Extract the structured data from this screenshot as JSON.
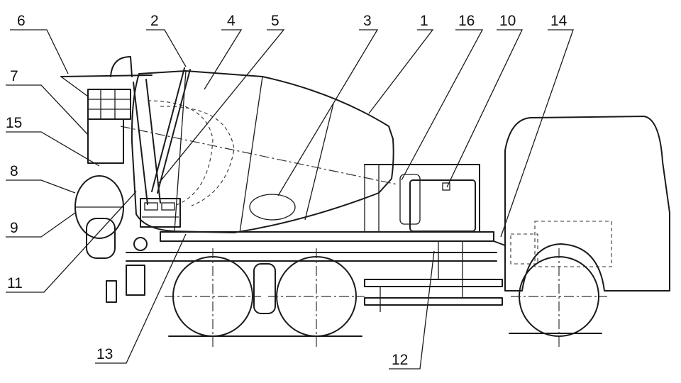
{
  "callouts": [
    {
      "id": "6",
      "text": "6"
    },
    {
      "id": "7",
      "text": "7"
    },
    {
      "id": "15",
      "text": "15"
    },
    {
      "id": "8",
      "text": "8"
    },
    {
      "id": "9",
      "text": "9"
    },
    {
      "id": "11",
      "text": "11"
    },
    {
      "id": "2",
      "text": "2"
    },
    {
      "id": "4",
      "text": "4"
    },
    {
      "id": "5",
      "text": "5"
    },
    {
      "id": "3",
      "text": "3"
    },
    {
      "id": "1",
      "text": "1"
    },
    {
      "id": "16",
      "text": "16"
    },
    {
      "id": "10",
      "text": "10"
    },
    {
      "id": "14",
      "text": "14"
    },
    {
      "id": "13",
      "text": "13"
    },
    {
      "id": "12",
      "text": "12"
    }
  ]
}
